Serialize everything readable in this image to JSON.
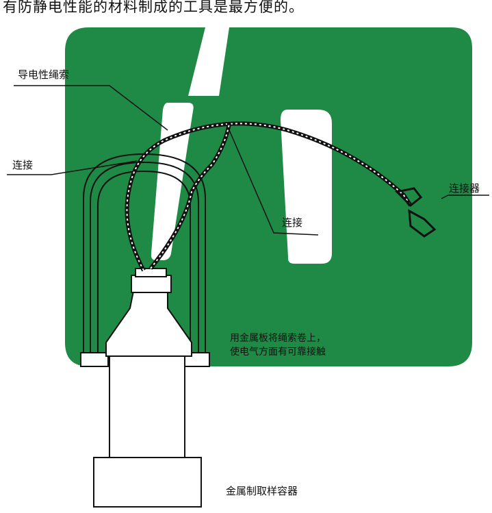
{
  "top_text": "有防静电性能的材料制成的工具是最方便的。",
  "labels": {
    "conductive_rope": "导电性绳索",
    "connect_left": "连接",
    "connect_middle": "连接",
    "connector": "连接器",
    "note_line1": "用金属板将绳索卷上，",
    "note_line2": "使电气方面有可靠接触",
    "container": "金属制取样容器"
  },
  "colors": {
    "panel_green": "#1f8a45",
    "line": "#111111",
    "background": "#ffffff"
  }
}
